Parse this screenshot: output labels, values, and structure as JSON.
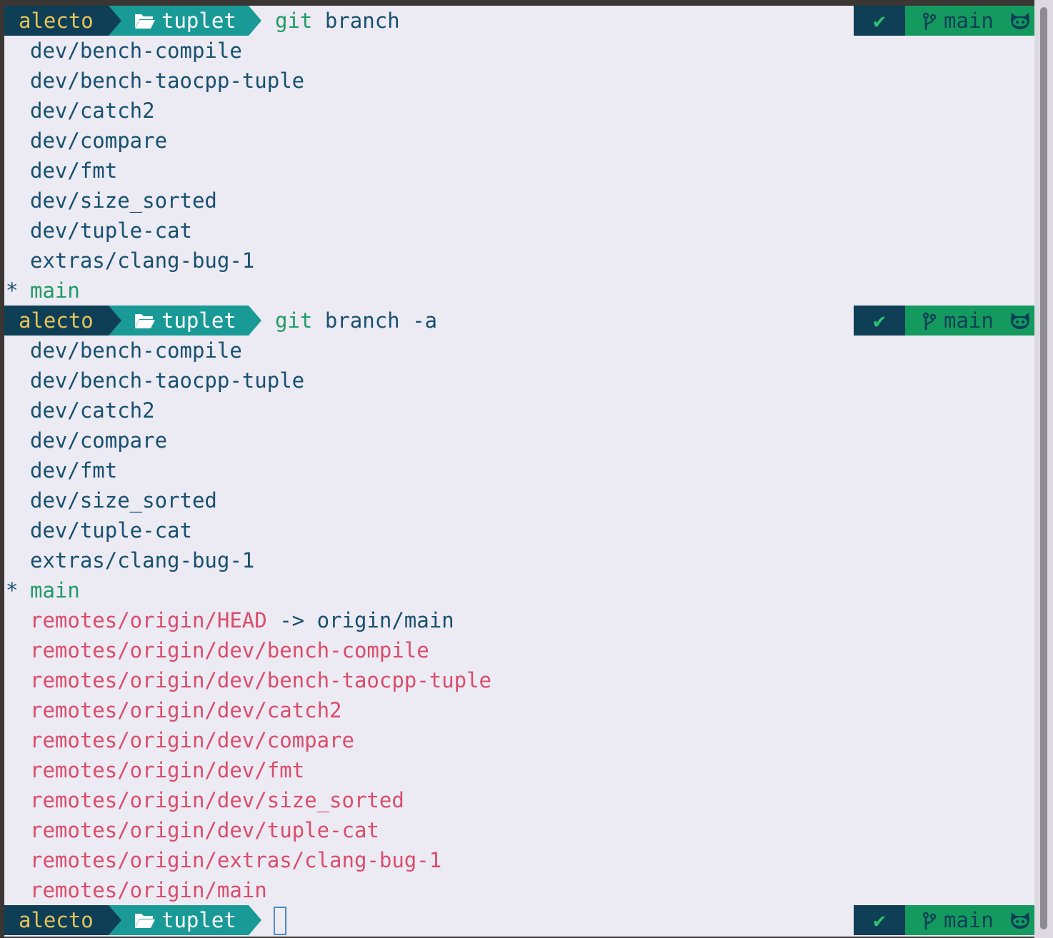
{
  "prompt": {
    "user": "alecto",
    "dir": "tuplet",
    "status_check": "✔",
    "branch": "main"
  },
  "commands": {
    "first": {
      "git": "git",
      "args": " branch"
    },
    "second": {
      "git": "git",
      "args": " branch -a"
    }
  },
  "branch_output_1": {
    "local": [
      "dev/bench-compile",
      "dev/bench-taocpp-tuple",
      "dev/catch2",
      "dev/compare",
      "dev/fmt",
      "dev/size_sorted",
      "dev/tuple-cat",
      "extras/clang-bug-1"
    ],
    "current_marker": "*",
    "current": "main"
  },
  "branch_output_2": {
    "local": [
      "dev/bench-compile",
      "dev/bench-taocpp-tuple",
      "dev/catch2",
      "dev/compare",
      "dev/fmt",
      "dev/size_sorted",
      "dev/tuple-cat",
      "extras/clang-bug-1"
    ],
    "current_marker": "*",
    "current": "main",
    "head": {
      "ref": "remotes/origin/HEAD",
      "arrow": " -> ",
      "target": "origin/main"
    },
    "remotes": [
      "remotes/origin/dev/bench-compile",
      "remotes/origin/dev/bench-taocpp-tuple",
      "remotes/origin/dev/catch2",
      "remotes/origin/dev/compare",
      "remotes/origin/dev/fmt",
      "remotes/origin/dev/size_sorted",
      "remotes/origin/dev/tuple-cat",
      "remotes/origin/extras/clang-bug-1",
      "remotes/origin/main"
    ]
  },
  "colors": {
    "terminal_bg": "#eceaf2",
    "user_segment": "#0e3f56",
    "user_text": "#e8c358",
    "dir_segment": "#1a9a97",
    "local_branch": "#17506f",
    "current_branch": "#1f9b67",
    "remote_branch": "#d94d6c",
    "status_green": "#14995f"
  },
  "icons": {
    "dir": "folder-open-icon",
    "branch": "git-branch-icon",
    "host": "github-icon",
    "status": "check-icon"
  }
}
